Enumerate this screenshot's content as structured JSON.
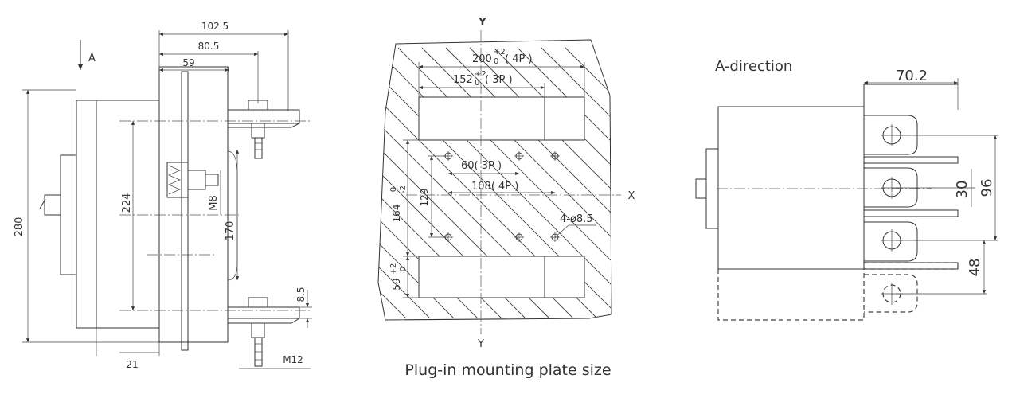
{
  "side_view": {
    "arrow_label": "A",
    "dim_top_1": "102.5",
    "dim_top_2": "80.5",
    "dim_top_3": "59",
    "dim_height_total": "280",
    "dim_height_inner": "224",
    "dim_stud": "M8",
    "dim_spacing": "170",
    "dim_terminal_thickness": "8.5",
    "dim_bottom_offset": "21",
    "dim_bottom_stud": "M12"
  },
  "plate_view": {
    "axis_y_top": "Y",
    "axis_y_bottom": "Y",
    "axis_x": "X",
    "dim_4p_width": "200",
    "dim_4p_tol": "+2\n0",
    "dim_4p_label": "( 4P )",
    "dim_3p_width": "152",
    "dim_3p_label": "( 3P )",
    "dim_holes_3p": "60( 3P )",
    "dim_holes_4p": "108( 4P )",
    "dim_height_164": "164",
    "dim_height_164_tol": "0\n-2",
    "dim_129": "129",
    "dim_59": "59",
    "dim_59_tol": "+2\n0",
    "holes_note": "4-ø8.5",
    "caption": "Plug-in mounting plate size"
  },
  "a_direction": {
    "title": "A-direction",
    "dim_70_2": "70.2",
    "dim_30": "30",
    "dim_96": "96",
    "dim_48": "48"
  }
}
